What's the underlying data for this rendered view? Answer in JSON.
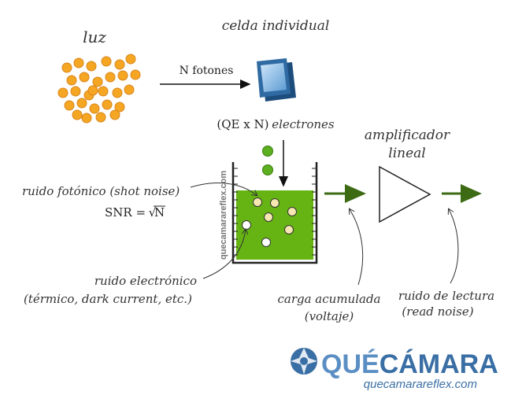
{
  "labels": {
    "luz": "luz",
    "celda": "celda individual",
    "fotones": "N fotones",
    "electrones_prefix": "(QE x N)",
    "electrones_word": "electrones",
    "amplificador_line1": "amplificador",
    "amplificador_line2": "lineal",
    "ruido_fotonico": "ruido fotónico (shot noise)",
    "snr_prefix": "SNR =",
    "snr_sqrt": "√",
    "snr_n": "N",
    "ruido_electronico_line1": "ruido electrónico",
    "ruido_electronico_line2": "(térmico, dark current, etc.)",
    "carga_line1": "carga acumulada",
    "carga_line2": "(voltaje)",
    "lectura_line1": "ruido de lectura",
    "lectura_line2": "(read noise)",
    "watermark": "quecamarareflex.com"
  },
  "brand": {
    "name_part1": "QUÉ",
    "name_part2": "CÁMARA",
    "url": "quecamarareflex.com"
  },
  "colors": {
    "photon_fill": "#f5a623",
    "photon_stroke": "#d9861a",
    "electron_green": "#5cb020",
    "arrow_green": "#3d6b14",
    "liquid": "#66b414",
    "brand_blue": "#3a6fa5",
    "cell_dark": "#1d4d7d",
    "cell_light": "#8fc1ea"
  },
  "icons": {
    "cell": "sensor-cell-icon",
    "amplifier": "amplifier-triangle-icon",
    "logo": "aperture-logo-icon"
  }
}
